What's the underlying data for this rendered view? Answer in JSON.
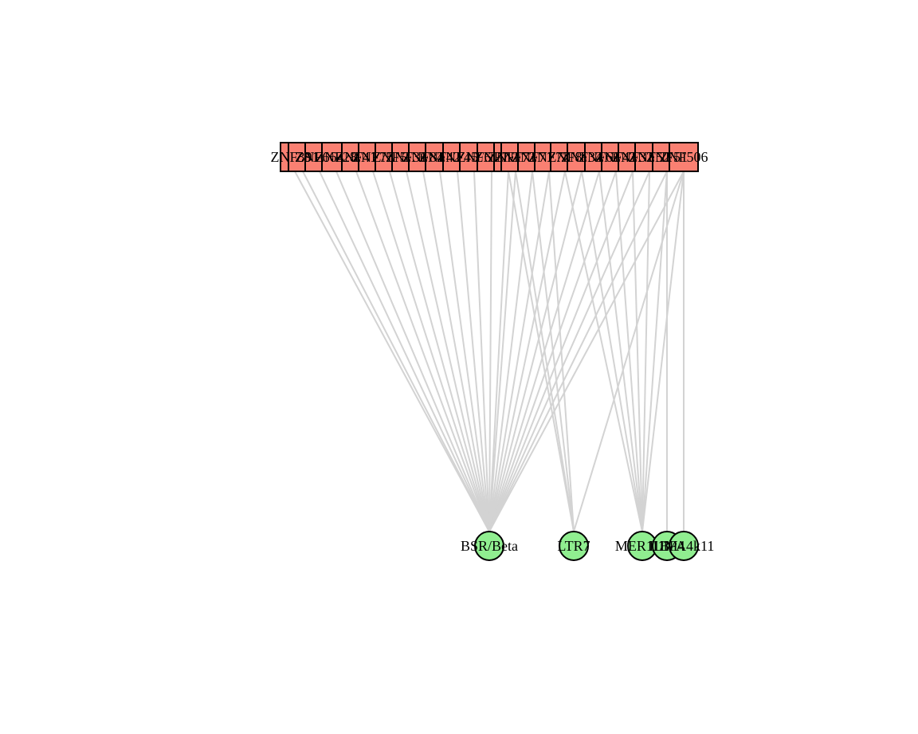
{
  "graph": {
    "tf_color": "#fa8072",
    "te_color": "#90ee90",
    "edge_color": "#d3d3d3",
    "tf_nodes": [
      "ZNF391",
      "Z3",
      "ZNF664",
      "ZNF28",
      "ZNF41",
      "ZNF75",
      "ZNF5",
      "ZNF36",
      "ZNF84",
      "ZNF42",
      "ZNF45",
      "ZNF6",
      "ZNF7",
      "ZNF17",
      "ZNF73",
      "ZNF71",
      "ZNF77",
      "ZNF8",
      "ZNF34",
      "ZNF66",
      "ZNF43",
      "ZNF32",
      "ZNF52",
      "ZNF51",
      "ZNF506"
    ],
    "te_nodes": [
      "BSR/Beta",
      "LTR7",
      "MER11B",
      "L1M4",
      "L1PA4k11"
    ],
    "edges": [
      [
        0,
        0
      ],
      [
        1,
        0
      ],
      [
        2,
        0
      ],
      [
        3,
        0
      ],
      [
        4,
        0
      ],
      [
        5,
        0
      ],
      [
        6,
        0
      ],
      [
        7,
        0
      ],
      [
        8,
        0
      ],
      [
        9,
        0
      ],
      [
        10,
        0
      ],
      [
        11,
        0
      ],
      [
        12,
        0
      ],
      [
        13,
        0
      ],
      [
        14,
        0
      ],
      [
        15,
        0
      ],
      [
        16,
        0
      ],
      [
        17,
        0
      ],
      [
        18,
        0
      ],
      [
        19,
        0
      ],
      [
        20,
        0
      ],
      [
        21,
        0
      ],
      [
        22,
        0
      ],
      [
        23,
        0
      ],
      [
        24,
        0
      ],
      [
        13,
        1
      ],
      [
        14,
        1
      ],
      [
        15,
        1
      ],
      [
        16,
        1
      ],
      [
        24,
        1
      ],
      [
        17,
        2
      ],
      [
        18,
        2
      ],
      [
        19,
        2
      ],
      [
        20,
        2
      ],
      [
        21,
        2
      ],
      [
        22,
        2
      ],
      [
        23,
        2
      ],
      [
        24,
        2
      ],
      [
        23,
        3
      ],
      [
        24,
        4
      ]
    ]
  }
}
